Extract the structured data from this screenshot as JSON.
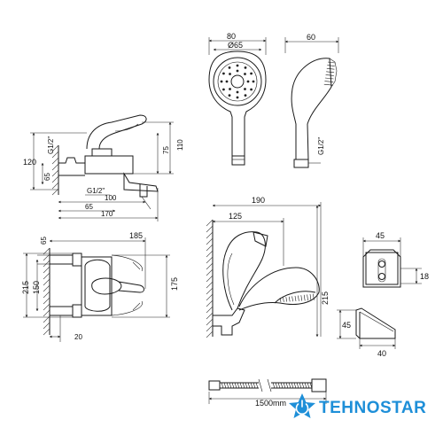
{
  "dimensions": {
    "shower_head_width": "80",
    "shower_face_diameter": "Ø65",
    "shower_side_depth": "60",
    "hand_shower_thread": "G1/2\"",
    "mixer_height_120": "120",
    "mixer_thread_top": "G1/2\"",
    "mixer_height_110": "110",
    "mixer_dim_75": "75",
    "mixer_dim_65_left": "65",
    "mixer_spout_thread": "G1/2\"",
    "mixer_dim_100": "100",
    "mixer_dim_65_bottom": "65",
    "mixer_depth_170": "170",
    "holder_total_190": "190",
    "holder_dim_125": "125",
    "holder_height_215": "215",
    "plan_width_185": "185",
    "plan_dim_65": "65",
    "plan_height_215": "215",
    "plan_dim_150": "150",
    "plan_dim_175": "175",
    "plan_dim_20": "20",
    "bracket_width_45": "45",
    "bracket_dim_18": "18",
    "bracket_height_45": "45",
    "bracket_depth_40": "40",
    "hose_length": "1500mm"
  },
  "brand": {
    "name": "TEHNOSTAR",
    "color": "#1e8fd8",
    "icon": "power-star-icon"
  }
}
